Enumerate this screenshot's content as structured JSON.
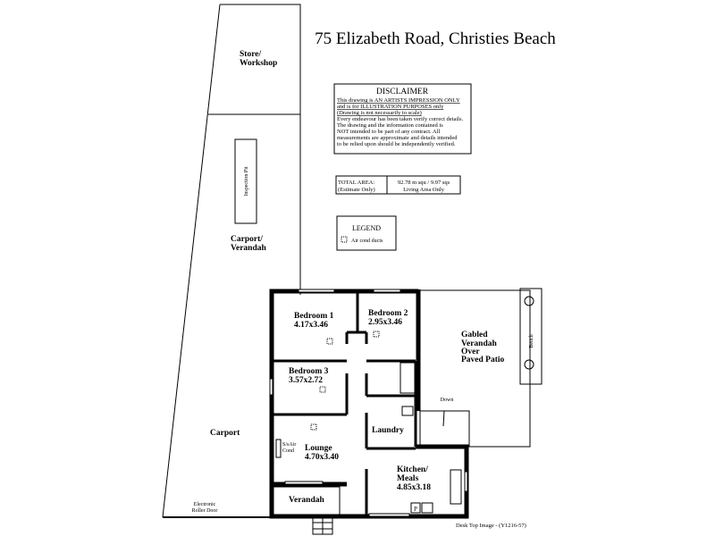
{
  "title": "75 Elizabeth Road, Christies Beach",
  "disclaimer": {
    "heading": "DISCLAIMER",
    "lines": [
      "This drawing is AN ARTISTS IMPRESSION ONLY",
      "and is for ILLUSTRATION PURPOSES only",
      "(Drawing is not necessarily to scale)",
      "Every endeavour has been taken verify correct details.",
      "The drawing and the information contained is",
      "NOT intended to be part of any contract.  All",
      "measurements are approximate and details intended",
      "to be relied upon should be independently verified."
    ]
  },
  "total_area": {
    "label1": "TOTAL AREA:",
    "label2": "(Estimate Only)",
    "value1": "92.78 m squ /  9.97 sqs",
    "value2": "Living Area Only"
  },
  "legend": {
    "title": "LEGEND",
    "item": "Air cond ducts",
    "icon": "air-cond-duct-icon"
  },
  "outbuilding": {
    "store": [
      "Store/",
      "Workshop"
    ],
    "inspection_pit": "Inspection Pit",
    "carport_verandah": [
      "Carport/",
      "Verandah"
    ],
    "carport": "Carport",
    "roller_door": [
      "Electronic",
      "Roller Door"
    ]
  },
  "rooms": {
    "bedroom1": [
      "Bedroom 1",
      "4.17x3.46"
    ],
    "bedroom2": [
      "Bedroom 2",
      "2.95x3.46"
    ],
    "bedroom3": [
      "Bedroom 3",
      "3.57x2.72"
    ],
    "lounge": [
      "Lounge",
      "4.70x3.40"
    ],
    "aircon": [
      "S/sAir",
      "Cond"
    ],
    "laundry": "Laundry",
    "kitchen": [
      "Kitchen/",
      "Meals",
      "4.85x3.18"
    ],
    "verandah": "Verandah",
    "patio": [
      "Gabled",
      "Verandah",
      "Over",
      "Paved Patio"
    ],
    "bench": "Bench",
    "down": "Down",
    "pantry": "P"
  },
  "footer": "Desk Top Image - (Y1216-57)"
}
